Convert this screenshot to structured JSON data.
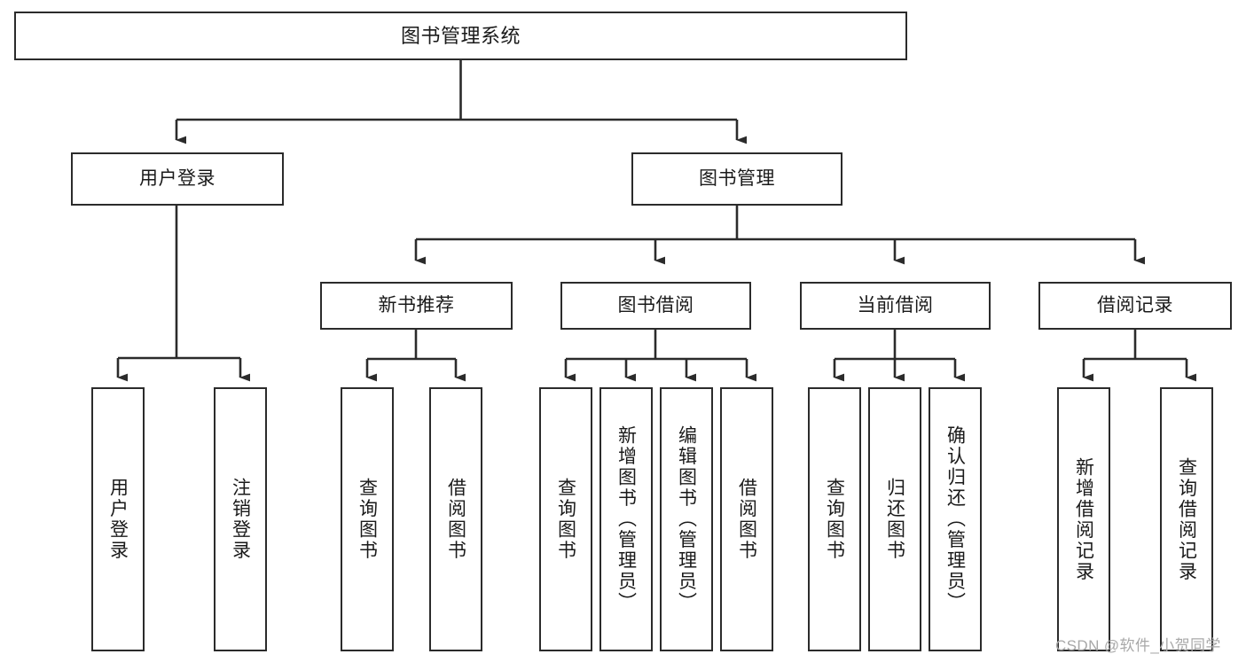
{
  "diagram": {
    "type": "tree-hierarchy-functional-decomposition",
    "title": "图书管理系统",
    "watermark": "CSDN @软件_小贺同学",
    "colors": {
      "box_border": "#2b2b2b",
      "box_fill": "#ffffff",
      "connector": "#2b2b2b",
      "text": "#1a1a1a",
      "watermark": "#a8a8a8",
      "background": "#ffffff"
    },
    "nodes": {
      "root": {
        "label": "图书管理系统",
        "level": 0,
        "orientation": "horizontal"
      },
      "user_login": {
        "label": "用户登录",
        "level": 1,
        "orientation": "horizontal"
      },
      "book_manage": {
        "label": "图书管理",
        "level": 1,
        "orientation": "horizontal"
      },
      "new_book_rec": {
        "label": "新书推荐",
        "level": 2,
        "orientation": "horizontal"
      },
      "book_borrow": {
        "label": "图书借阅",
        "level": 2,
        "orientation": "horizontal"
      },
      "current_borrow": {
        "label": "当前借阅",
        "level": 2,
        "orientation": "horizontal"
      },
      "borrow_record": {
        "label": "借阅记录",
        "level": 2,
        "orientation": "horizontal"
      },
      "leaf_user_login": {
        "label": "用户登录",
        "level": 3,
        "orientation": "vertical"
      },
      "leaf_logout": {
        "label": "注销登录",
        "level": 3,
        "orientation": "vertical"
      },
      "leaf_query_book_1": {
        "label": "查询图书",
        "level": 3,
        "orientation": "vertical"
      },
      "leaf_borrow_book_1": {
        "label": "借阅图书",
        "level": 3,
        "orientation": "vertical"
      },
      "leaf_query_book_2": {
        "label": "查询图书",
        "level": 3,
        "orientation": "vertical"
      },
      "leaf_add_book": {
        "label": "新增图书（管理员）",
        "level": 3,
        "orientation": "vertical"
      },
      "leaf_edit_book": {
        "label": "编辑图书（管理员）",
        "level": 3,
        "orientation": "vertical"
      },
      "leaf_borrow_book_2": {
        "label": "借阅图书",
        "level": 3,
        "orientation": "vertical"
      },
      "leaf_query_book_3": {
        "label": "查询图书",
        "level": 3,
        "orientation": "vertical"
      },
      "leaf_return_book": {
        "label": "归还图书",
        "level": 3,
        "orientation": "vertical"
      },
      "leaf_confirm_return": {
        "label": "确认归还（管理员）",
        "level": 3,
        "orientation": "vertical"
      },
      "leaf_add_record": {
        "label": "新增借阅记录",
        "level": 3,
        "orientation": "vertical"
      },
      "leaf_query_record": {
        "label": "查询借阅记录",
        "level": 3,
        "orientation": "vertical"
      }
    },
    "edges": [
      {
        "from": "root",
        "to": "user_login"
      },
      {
        "from": "root",
        "to": "book_manage"
      },
      {
        "from": "user_login",
        "to": "leaf_user_login"
      },
      {
        "from": "user_login",
        "to": "leaf_logout"
      },
      {
        "from": "book_manage",
        "to": "new_book_rec"
      },
      {
        "from": "book_manage",
        "to": "book_borrow"
      },
      {
        "from": "book_manage",
        "to": "current_borrow"
      },
      {
        "from": "book_manage",
        "to": "borrow_record"
      },
      {
        "from": "new_book_rec",
        "to": "leaf_query_book_1"
      },
      {
        "from": "new_book_rec",
        "to": "leaf_borrow_book_1"
      },
      {
        "from": "book_borrow",
        "to": "leaf_query_book_2"
      },
      {
        "from": "book_borrow",
        "to": "leaf_add_book"
      },
      {
        "from": "book_borrow",
        "to": "leaf_edit_book"
      },
      {
        "from": "book_borrow",
        "to": "leaf_borrow_book_2"
      },
      {
        "from": "current_borrow",
        "to": "leaf_query_book_3"
      },
      {
        "from": "current_borrow",
        "to": "leaf_return_book"
      },
      {
        "from": "current_borrow",
        "to": "leaf_confirm_return"
      },
      {
        "from": "borrow_record",
        "to": "leaf_add_record"
      },
      {
        "from": "borrow_record",
        "to": "leaf_query_record"
      }
    ]
  }
}
